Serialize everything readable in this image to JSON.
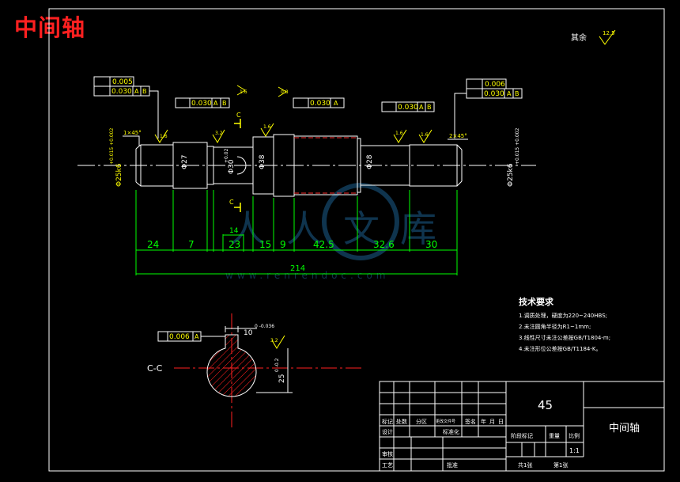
{
  "title": "中间轴",
  "surface_finish_other": "其余",
  "surface_finish_other_value": "12.5",
  "tolerance_frames": [
    {
      "flat": "0.005",
      "runout": "0.030",
      "datum1": "A",
      "datum2": "B"
    },
    {
      "runout": "0.030",
      "datum1": "A",
      "datum2": "B"
    },
    {
      "runout": "0.030",
      "datum1": "A"
    },
    {
      "runout": "0.030",
      "datum1": "A",
      "datum2": "B"
    },
    {
      "flat": "0.006",
      "runout": "0.030",
      "datum1": "A",
      "datum2": "B"
    }
  ],
  "roughness_values": [
    "1.6",
    "3.2",
    "1.6",
    "1.6",
    "1.6",
    "1.6",
    "0.8",
    "3.2"
  ],
  "chamfer_left": "1×45°",
  "chamfer_right": "2×45°",
  "diameters": {
    "left": "Φ25k6",
    "left_tol": "+0.015 +0.002",
    "d2": "Φ27",
    "d3": "Φ30",
    "d3_tol": "+0.02",
    "d4": "Φ38",
    "d5": "Φ28",
    "right": "Φ25k6",
    "right_tol": "+0.015 +0.002"
  },
  "section_marks": [
    "C",
    "C"
  ],
  "dims_bottom": [
    "24",
    "7",
    "23",
    "15",
    "9",
    "42.5",
    "32.6",
    "30"
  ],
  "dim_small": "14",
  "dim_total": "214",
  "keyway": {
    "sym": "0.006",
    "datum": "A",
    "width": "10",
    "width_tol": "0 -0.036",
    "depth": "25",
    "depth_tol": "0 -0.2",
    "section_label": "C-C",
    "roughness": "3.2"
  },
  "tech_title": "技术要求",
  "tech_lines": [
    "1.调质处理，硬度为220~240HBS;",
    "2.未注圆角半径为R1~1mm;",
    "3.线性尺寸未注公差按GB/T1804-m;",
    "4.未注形位公差按GB/T1184-K。"
  ],
  "tb": {
    "material": "45",
    "name": "中间轴",
    "h1": [
      "标记",
      "处数",
      "分区",
      "更改文件号",
      "签名",
      "年",
      "月",
      "日"
    ],
    "design": "设计",
    "std": "标准化",
    "stage": "阶段标记",
    "weight": "重量",
    "scale": "比例",
    "scale_val": "1:1",
    "check": "审核",
    "process": "工艺",
    "approve": "批准",
    "sheets_total": "共1张",
    "sheet_no": "第1张"
  },
  "watermark": "人人文库",
  "watermark_url": "www.renrendoc.com"
}
